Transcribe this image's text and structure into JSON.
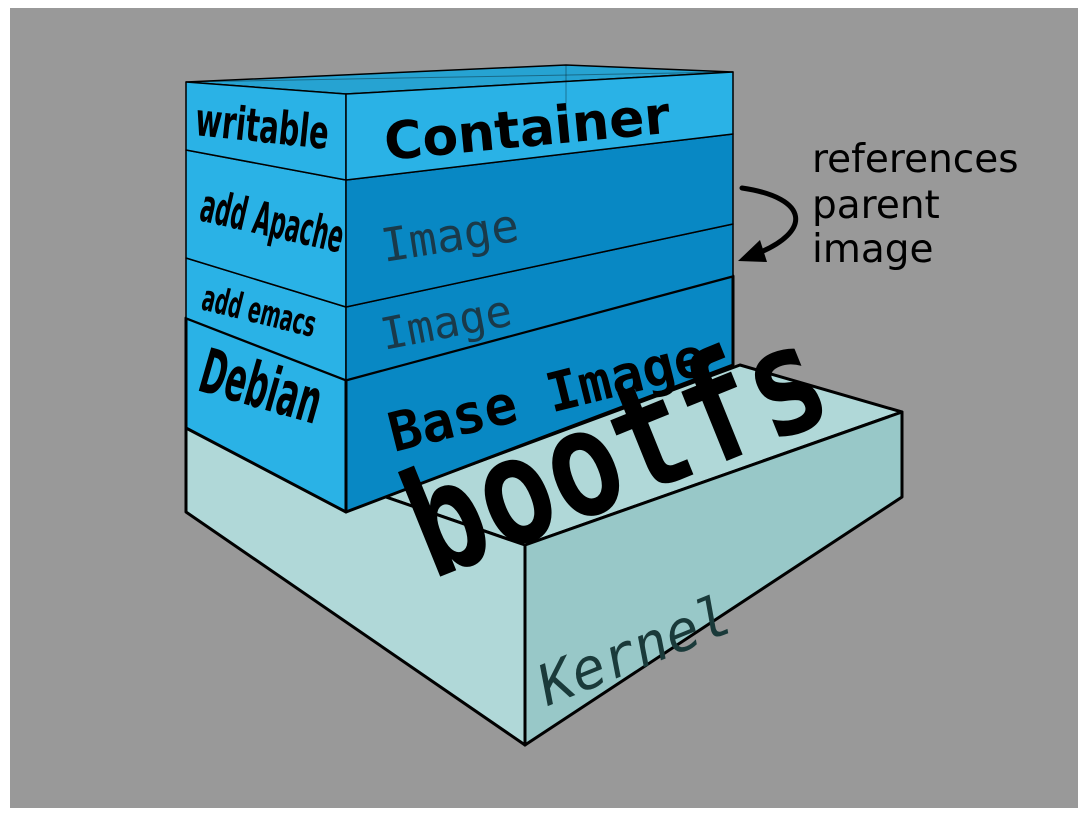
{
  "colors": {
    "background": "#999999",
    "frame": "#ffffff",
    "kernel_top": "#b0d8d8",
    "kernel_side": "#98c8c8",
    "container_front": "#2ab2e6",
    "container_side": "#1aa4d8",
    "image_front": "#0a98d8",
    "image_side": "#0888c4",
    "base_front": "#0a98d8",
    "base_side": "#0888c4",
    "outline": "#000000"
  },
  "layers": {
    "container": {
      "left_label": "writable",
      "right_label": "Container"
    },
    "apache": {
      "left_label": "add Apache",
      "right_label": "Image"
    },
    "emacs": {
      "left_label": "add emacs",
      "right_label": "Image"
    },
    "base": {
      "left_label": "Debian",
      "right_label": "Base Image"
    }
  },
  "bootfs": {
    "label": "bootfs"
  },
  "kernel": {
    "label": "Kernel"
  },
  "annotation": {
    "line1": "references",
    "line2": "parent",
    "line3": "image"
  }
}
